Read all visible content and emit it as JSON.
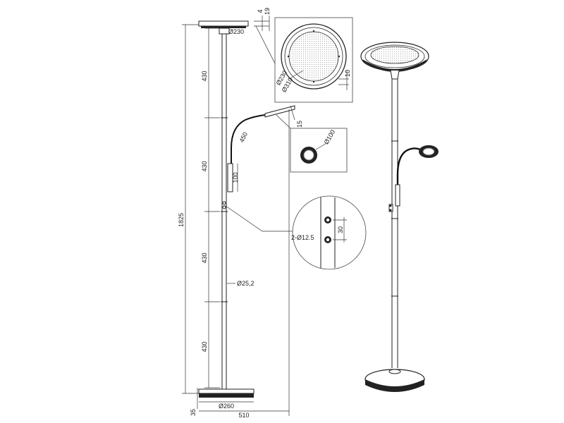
{
  "labels": {
    "total_height": "1825",
    "seg1": "430",
    "seg2": "430",
    "seg3": "430",
    "seg4": "430",
    "base_height": "35",
    "total_width": "510",
    "head_dia": "Ø230",
    "head_gap_a": "4",
    "head_gap_b": "19",
    "pole_dia": "Ø25,2",
    "base_dia": "Ø260",
    "arm_len": "450",
    "arm_lower": "100",
    "reading_offset": "15",
    "detail_head_inner": "Ø230",
    "detail_head_outer": "Ø310",
    "detail_head_depth": "10",
    "detail_reading_dia": "Ø100",
    "switch_holes": "2-Ø12.5",
    "switch_spacing": "30"
  },
  "colors": {
    "line": "#222222",
    "detail_border": "#444444",
    "fill_dark": "#222222",
    "mesh": "#bbbbbb"
  }
}
